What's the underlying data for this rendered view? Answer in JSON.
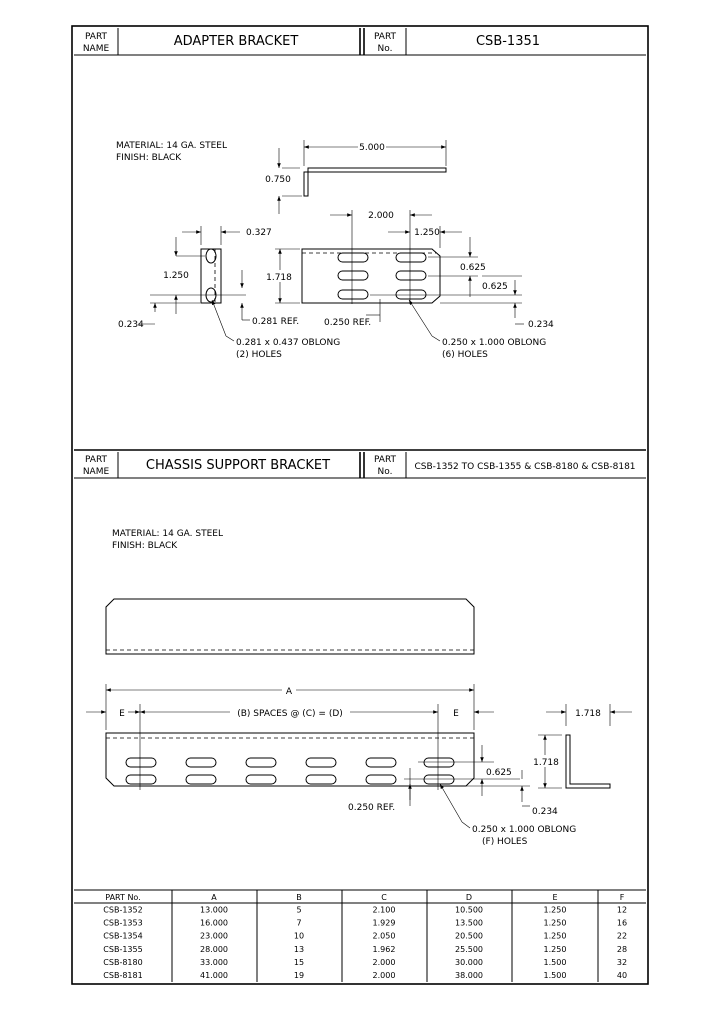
{
  "top": {
    "part_name_label": [
      "PART",
      "NAME"
    ],
    "part_name": "ADAPTER BRACKET",
    "part_no_label": [
      "PART",
      "No."
    ],
    "part_no": "CSB-1351",
    "material": "MATERIAL: 14 GA. STEEL",
    "finish": "FINISH: BLACK",
    "dims": {
      "length": "5.000",
      "flange": "0.750",
      "side_width": "0.327",
      "side_hole_spacing": "1.250",
      "side_edge": "0.234",
      "side_ref": "0.281 REF.",
      "height": "1.718",
      "slot_pitch": "2.000",
      "end_offset": "1.250",
      "slot_spacing_1": "0.625",
      "slot_spacing_2": "0.625",
      "right_edge": "0.234",
      "slot_ref": "0.250 REF."
    },
    "callout_side": [
      "0.281 x 0.437 OBLONG",
      "(2) HOLES"
    ],
    "callout_front": [
      "0.250 x 1.000 OBLONG",
      "(6) HOLES"
    ]
  },
  "bottom": {
    "part_name_label": [
      "PART",
      "NAME"
    ],
    "part_name": "CHASSIS SUPPORT BRACKET",
    "part_no_label": [
      "PART",
      "No."
    ],
    "part_no": "CSB-1352 TO CSB-1355 & CSB-8180 & CSB-8181",
    "material": "MATERIAL: 14 GA. STEEL",
    "finish": "FINISH: BLACK",
    "dims": {
      "overall": "A",
      "end_left": "E",
      "end_right": "E",
      "spaces": "(B) SPACES @ (C) = (D)",
      "side_width": "1.718",
      "side_height": "1.718",
      "slot_spacing": "0.625",
      "edge": "0.234",
      "slot_ref": "0.250 REF."
    },
    "callout": [
      "0.250 x 1.000 OBLONG",
      "(F) HOLES"
    ]
  },
  "table": {
    "headers": [
      "PART No.",
      "A",
      "B",
      "C",
      "D",
      "E",
      "F"
    ],
    "rows": [
      [
        "CSB-1352",
        "13.000",
        "5",
        "2.100",
        "10.500",
        "1.250",
        "12"
      ],
      [
        "CSB-1353",
        "16.000",
        "7",
        "1.929",
        "13.500",
        "1.250",
        "16"
      ],
      [
        "CSB-1354",
        "23.000",
        "10",
        "2.050",
        "20.500",
        "1.250",
        "22"
      ],
      [
        "CSB-1355",
        "28.000",
        "13",
        "1.962",
        "25.500",
        "1.250",
        "28"
      ],
      [
        "CSB-8180",
        "33.000",
        "15",
        "2.000",
        "30.000",
        "1.500",
        "32"
      ],
      [
        "CSB-8181",
        "41.000",
        "19",
        "2.000",
        "38.000",
        "1.500",
        "40"
      ]
    ]
  }
}
